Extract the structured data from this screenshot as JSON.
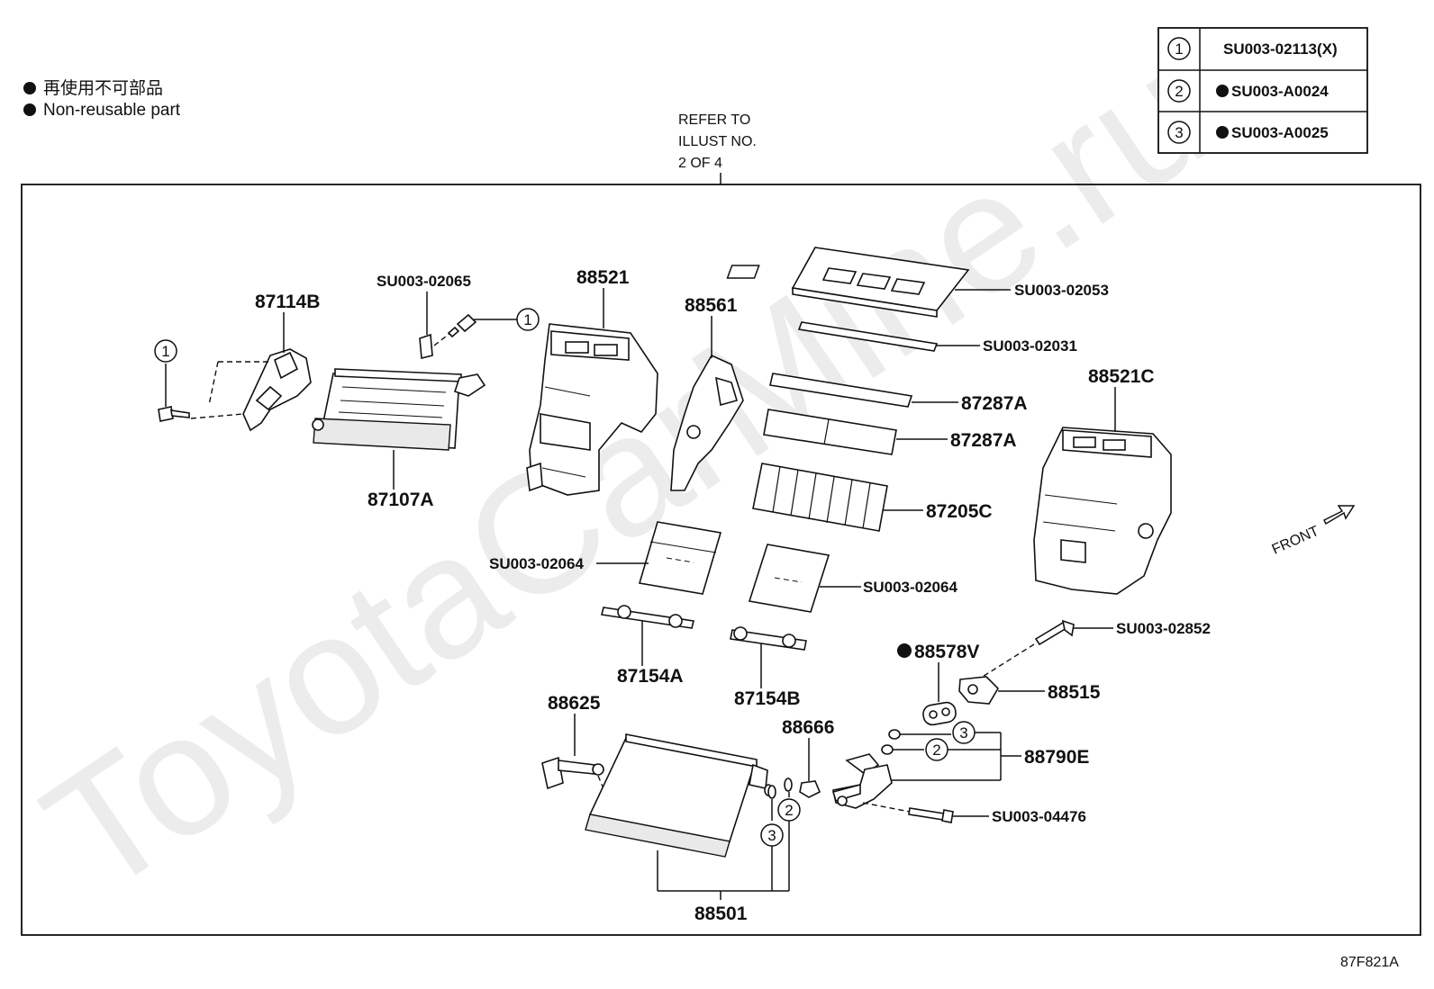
{
  "legend": {
    "jp": "再使用不可部品",
    "en": "Non-reusable part"
  },
  "refer": {
    "line1": "REFER TO",
    "line2": "ILLUST NO.",
    "line3": "2 OF 4"
  },
  "key_table": [
    {
      "num": "1",
      "code": "SU003-02113(X)"
    },
    {
      "num": "2",
      "code": "SU003-A0024"
    },
    {
      "num": "3",
      "code": "SU003-A0025"
    }
  ],
  "labels": {
    "p87114B": "87114B",
    "p87107A": "87107A",
    "pSU02065": "SU003-02065",
    "p88521": "88521",
    "p88561": "88561",
    "pSU02053": "SU003-02053",
    "pSU02031": "SU003-02031",
    "p87287A_1": "87287A",
    "p87287A_2": "87287A",
    "p87205C": "87205C",
    "p88521C": "88521C",
    "pSU02064_1": "SU003-02064",
    "pSU02064_2": "SU003-02064",
    "p87154A": "87154A",
    "p87154B": "87154B",
    "pSU02852": "SU003-02852",
    "p88578V": "88578V",
    "p88515": "88515",
    "p88625": "88625",
    "p88666": "88666",
    "p88790E": "88790E",
    "pSU04476": "SU003-04476",
    "p88501": "88501"
  },
  "callouts": {
    "c1a": "1",
    "c1b": "1",
    "c2a": "2",
    "c3a": "3",
    "c2b": "2",
    "c3b": "3"
  },
  "front": "FRONT",
  "figure_code": "87F821A",
  "watermark": "ToyotaCarMine.ru"
}
